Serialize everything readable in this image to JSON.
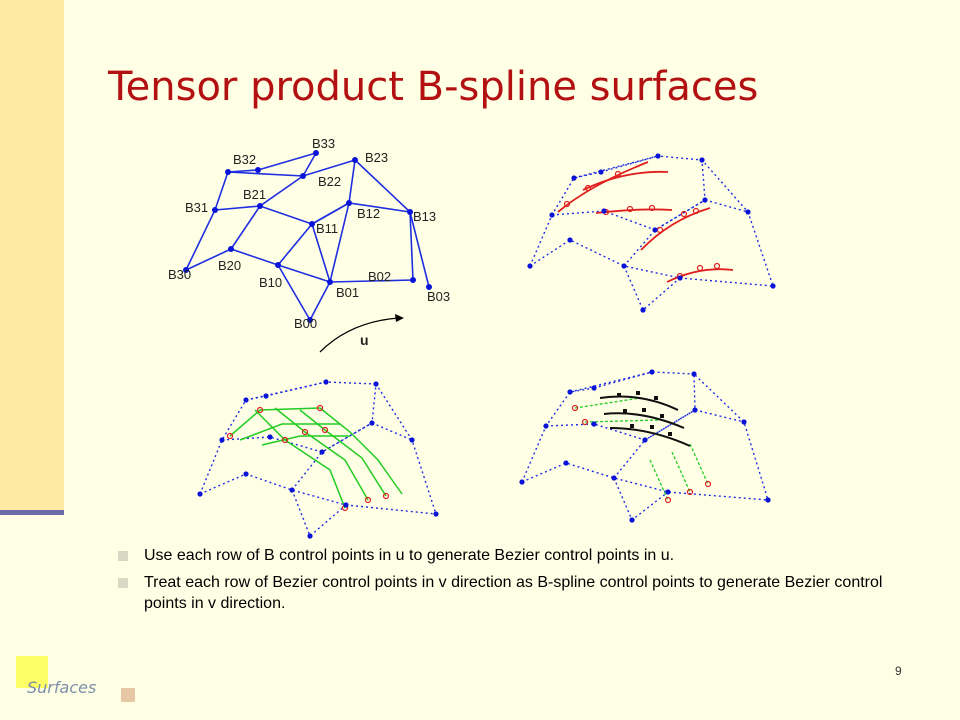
{
  "slide": {
    "title": "Tensor product B-spline surfaces",
    "footer_label": "Surfaces",
    "page_number": "9"
  },
  "figure": {
    "control_point_labels": [
      "B33",
      "B32",
      "B23",
      "B22",
      "B21",
      "B31",
      "B12",
      "B13",
      "B11",
      "B30",
      "B20",
      "B02",
      "B10",
      "B01",
      "B03",
      "B00"
    ],
    "direction_label": "u",
    "colors": {
      "control_net": "#1f2ee0",
      "control_point": "#0a14d8",
      "curve_red": "#e02020",
      "curve_green": "#22cc22",
      "curve_black": "#111111"
    }
  },
  "bullets": [
    "Use each row of B control points in u to generate Bezier control points in u.",
    "Treat each row of Bezier control points in v direction as B-spline control points to generate Bezier control points in v direction."
  ]
}
